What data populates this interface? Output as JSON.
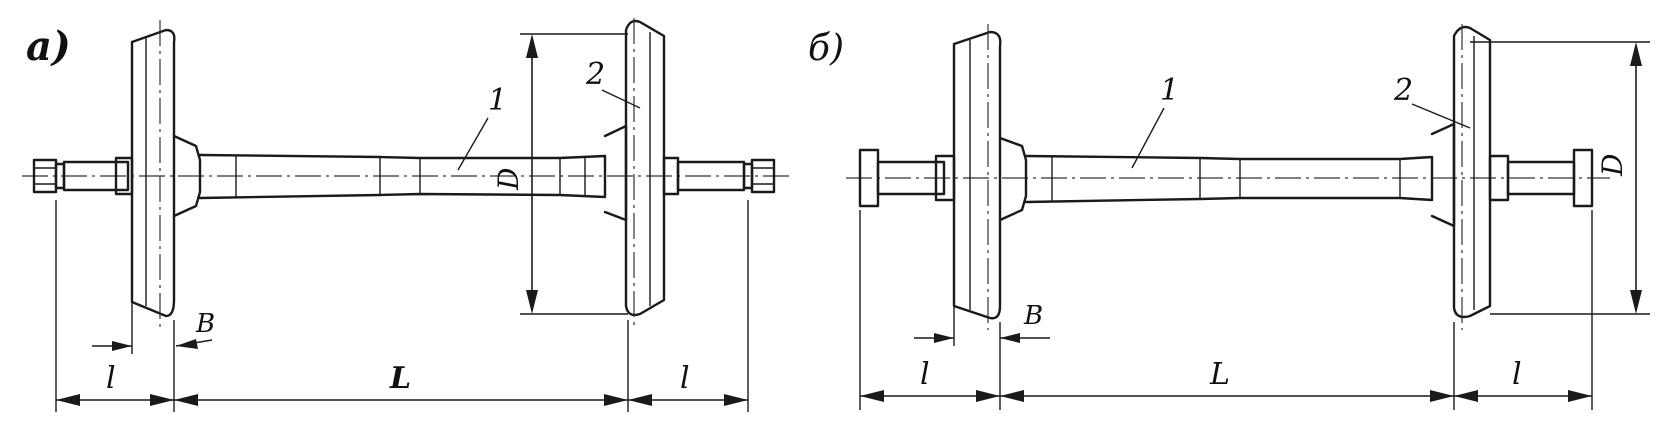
{
  "figure": {
    "panel_a": {
      "tag": "а)",
      "axle_label": "1",
      "wheel_label": "2",
      "diameter_label": "D",
      "rim_width_label": "B",
      "journal_label_left": "l",
      "span_label": "L",
      "journal_label_right": "l"
    },
    "panel_b": {
      "tag": "б)",
      "axle_label": "1",
      "wheel_label": "2",
      "diameter_label": "D",
      "rim_width_label": "B",
      "journal_label_left": "l",
      "span_label": "L",
      "journal_label_right": "l"
    }
  }
}
